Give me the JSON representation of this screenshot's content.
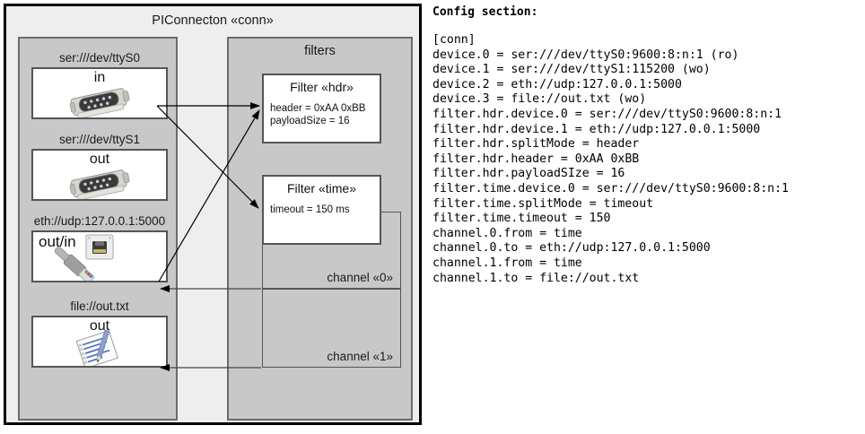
{
  "diagram": {
    "title": "PIConnecton «conn»",
    "devices_panel": {
      "title_hidden": "",
      "devices": [
        {
          "label": "ser:///dev/ttyS0",
          "direction": "in",
          "icon": "serial-port-icon"
        },
        {
          "label": "ser:///dev/ttyS1",
          "direction": "out",
          "icon": "serial-port-icon"
        },
        {
          "label": "eth://udp:127.0.0.1:5000",
          "direction": "out/in",
          "icon": "ethernet-jack-icon"
        },
        {
          "label": "file://out.txt",
          "direction": "out",
          "icon": "text-file-icon"
        }
      ]
    },
    "filters_panel": {
      "title": "filters",
      "filters": [
        {
          "title": "Filter «hdr»",
          "props": [
            "header = 0xAA 0xBB",
            "payloadSize = 16"
          ]
        },
        {
          "title": "Filter «time»",
          "props": [
            "timeout = 150 ms"
          ]
        }
      ],
      "channels": [
        {
          "label": "channel «0»"
        },
        {
          "label": "channel «1»"
        }
      ]
    }
  },
  "config": {
    "heading": "Config section:",
    "text": "[conn]\ndevice.0 = ser:///dev/ttyS0:9600:8:n:1 (ro)\ndevice.1 = ser:///dev/ttyS1:115200 (wo)\ndevice.2 = eth://udp:127.0.0.1:5000\ndevice.3 = file://out.txt (wo)\nfilter.hdr.device.0 = ser:///dev/ttyS0:9600:8:n:1\nfilter.hdr.device.1 = eth://udp:127.0.0.1:5000\nfilter.hdr.splitMode = header\nfilter.hdr.header = 0xAA 0xBB\nfilter.hdr.payloadSIze = 16\nfilter.time.device.0 = ser:///dev/ttyS0:9600:8:n:1\nfilter.time.splitMode = timeout\nfilter.time.timeout = 150\nchannel.0.from = time\nchannel.0.to = eth://udp:127.0.0.1:5000\nchannel.1.from = time\nchannel.1.to = file://out.txt"
  },
  "colors": {
    "frame_border": "#000000",
    "frame_bg": "#eeeeee",
    "panel_bg": "#c8c8c8",
    "panel_border": "#6b6b6b",
    "box_bg": "#ffffff",
    "box_border": "#555555",
    "arrow": "#000000"
  }
}
